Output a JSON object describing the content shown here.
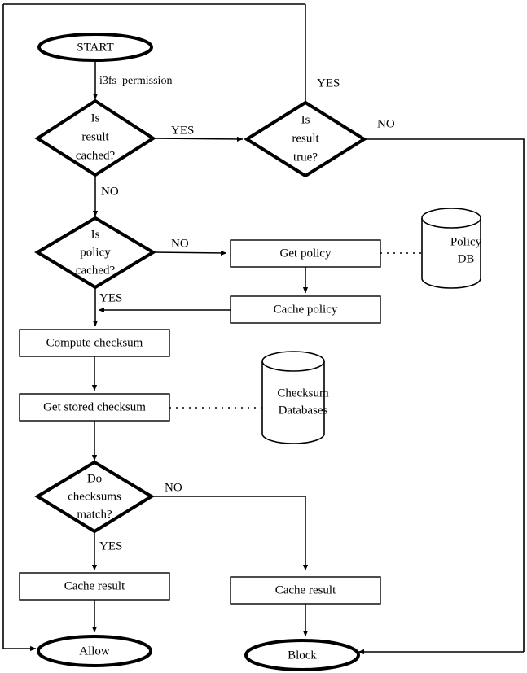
{
  "diagram": {
    "title": "i3fs_permission flowchart",
    "colors": {
      "stroke": "#000000",
      "fill": "#ffffff",
      "background": "#ffffff"
    },
    "nodes": {
      "start": {
        "label": "START",
        "type": "terminator"
      },
      "is_result_cached": {
        "line1": "Is",
        "line2": "result",
        "line3": "cached?",
        "type": "decision"
      },
      "is_result_true": {
        "line1": "Is",
        "line2": "result",
        "line3": "true?",
        "type": "decision"
      },
      "is_policy_cached": {
        "line1": "Is",
        "line2": "policy",
        "line3": "cached?",
        "type": "decision"
      },
      "get_policy": {
        "label": "Get policy",
        "type": "process"
      },
      "cache_policy": {
        "label": "Cache policy",
        "type": "process"
      },
      "policy_db": {
        "line1": "Policy",
        "line2": "DB",
        "type": "database"
      },
      "compute_checksum": {
        "label": "Compute checksum",
        "type": "process"
      },
      "get_stored_checksum": {
        "label": "Get stored checksum",
        "type": "process"
      },
      "checksum_db": {
        "line1": "Checksum",
        "line2": "Databases",
        "type": "database"
      },
      "do_checksums_match": {
        "line1": "Do",
        "line2": "checksums",
        "line3": "match?",
        "type": "decision"
      },
      "cache_result_allow": {
        "label": "Cache result",
        "type": "process"
      },
      "cache_result_block": {
        "label": "Cache result",
        "type": "process"
      },
      "allow": {
        "label": "Allow",
        "type": "terminator"
      },
      "block": {
        "label": "Block",
        "type": "terminator"
      }
    },
    "edge_labels": {
      "entry_call": "i3fs_permission",
      "result_cached_yes": "YES",
      "result_cached_no": "NO",
      "result_true_yes": "YES",
      "result_true_no": "NO",
      "policy_cached_no": "NO",
      "policy_cached_yes": "YES",
      "checksums_no": "NO",
      "checksums_yes": "YES"
    }
  }
}
